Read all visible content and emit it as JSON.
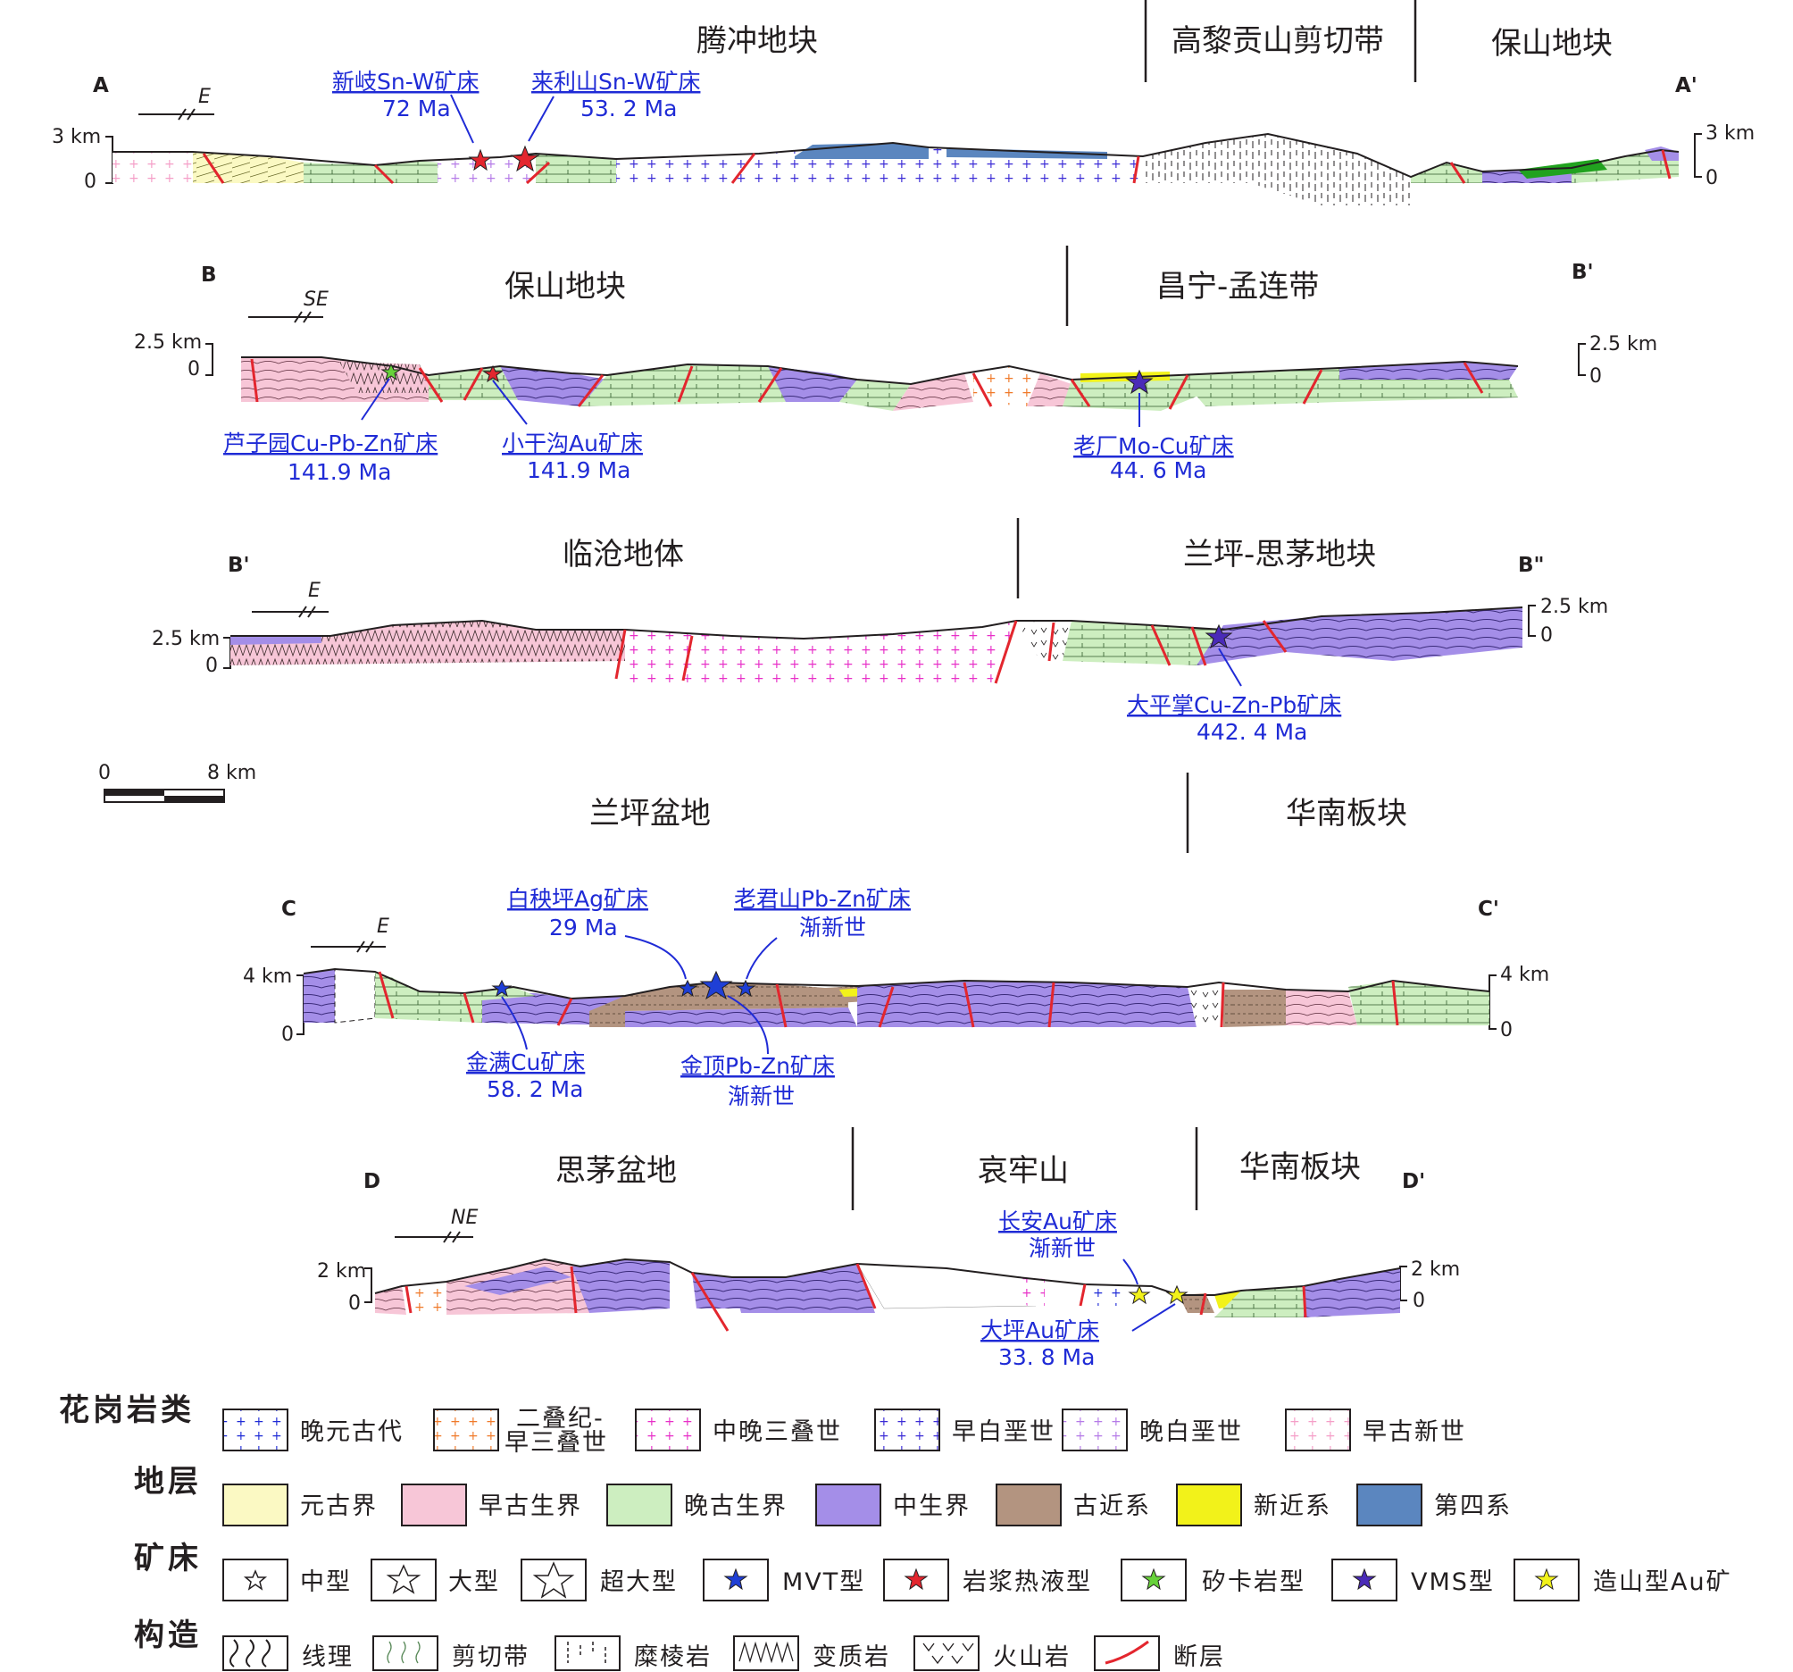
{
  "sections": {
    "A": {
      "start": "A",
      "end": "A'",
      "direction": "E",
      "scale_left_top": "3 km",
      "scale_left_bottom": "0",
      "scale_right_top": "3 km",
      "scale_right_bottom": "0",
      "regions": [
        "腾冲地块",
        "高黎贡山剪切带",
        "保山地块"
      ],
      "deposits": [
        {
          "name": "新岐Sn-W矿床",
          "age": "72 Ma"
        },
        {
          "name": "来利山Sn-W矿床",
          "age": "53. 2 Ma"
        }
      ]
    },
    "B": {
      "start": "B",
      "end": "B'",
      "direction": "SE",
      "scale_left_top": "2.5 km",
      "scale_left_bottom": "0",
      "scale_right_top": "2.5 km",
      "scale_right_bottom": "0",
      "regions": [
        "保山地块",
        "昌宁-孟连带"
      ],
      "deposits": [
        {
          "name": "芦子园Cu-Pb-Zn矿床",
          "age": "141.9 Ma"
        },
        {
          "name": "小干沟Au矿床",
          "age": "141.9 Ma"
        },
        {
          "name": "老厂Mo-Cu矿床",
          "age": "44. 6 Ma"
        }
      ]
    },
    "B2": {
      "start": "B'",
      "end": "B\"",
      "direction": "E",
      "scale_left_top": "2.5 km",
      "scale_left_bottom": "0",
      "scale_right_top": "2.5 km",
      "scale_right_bottom": "0",
      "regions": [
        "临沧地体",
        "兰坪-思茅地块"
      ],
      "deposits": [
        {
          "name": "大平掌Cu-Zn-Pb矿床",
          "age": "442. 4 Ma"
        }
      ]
    },
    "C": {
      "start": "C",
      "end": "C'",
      "direction": "E",
      "scale_left_top": "4 km",
      "scale_left_bottom": "0",
      "scale_right_top": "4 km",
      "scale_right_bottom": "0",
      "regions": [
        "兰坪盆地",
        "华南板块"
      ],
      "deposits": [
        {
          "name": "白秧坪Ag矿床",
          "age": "29 Ma"
        },
        {
          "name": "老君山Pb-Zn矿床",
          "age": "渐新世"
        },
        {
          "name": "金满Cu矿床",
          "age": "58. 2 Ma"
        },
        {
          "name": "金顶Pb-Zn矿床",
          "age": "渐新世"
        }
      ]
    },
    "D": {
      "start": "D",
      "end": "D'",
      "direction": "NE",
      "scale_left_top": "2 km",
      "scale_left_bottom": "0",
      "scale_right_top": "2  km",
      "scale_right_bottom": "0",
      "regions": [
        "思茅盆地",
        "哀牢山",
        "华南板块"
      ],
      "deposits": [
        {
          "name": "长安Au矿床",
          "age": "渐新世"
        },
        {
          "name": "大坪Au矿床",
          "age": "33. 8 Ma"
        }
      ]
    }
  },
  "scale_bar": {
    "start": "0",
    "end": "8 km"
  },
  "legend": {
    "granite": {
      "title": "花岗岩类",
      "items": [
        {
          "label": "晚元古代",
          "color": "#ffffff",
          "plus": "#1f2bd6"
        },
        {
          "label_line1": "二叠纪-",
          "label_line2": "早三叠世",
          "color": "#ffffff",
          "plus": "#f07a2a"
        },
        {
          "label": "中晚三叠世",
          "color": "#ffffff",
          "plus": "#e82fc8"
        },
        {
          "label": "早白垩世",
          "color": "#ffffff",
          "plus": "#3b2bd6"
        },
        {
          "label": "晚白垩世",
          "color": "#ffffff",
          "plus": "#b57be8"
        },
        {
          "label": "早古新世",
          "color": "#ffffff",
          "plus": "#f59fc8"
        }
      ]
    },
    "strata": {
      "title": "地层",
      "items": [
        {
          "label": "元古界",
          "color": "#fbf9c3"
        },
        {
          "label": "早古生界",
          "color": "#f7c6d7"
        },
        {
          "label": "晚古生界",
          "color": "#cdeec0"
        },
        {
          "label": "中生界",
          "color": "#a48ee8"
        },
        {
          "label": "古近系",
          "color": "#b39480"
        },
        {
          "label": "新近系",
          "color": "#f2f21a"
        },
        {
          "label": "第四系",
          "color": "#5b86bf"
        }
      ]
    },
    "deposits": {
      "title": "矿床",
      "items": [
        {
          "label": "中型",
          "fill": "#ffffff",
          "size": "small"
        },
        {
          "label": "大型",
          "fill": "#ffffff",
          "size": "medium"
        },
        {
          "label": "超大型",
          "fill": "#ffffff",
          "size": "large"
        },
        {
          "label": "MVT型",
          "fill": "#1f3fd6",
          "size": "small"
        },
        {
          "label": "岩浆热液型",
          "fill": "#e3262e",
          "size": "small"
        },
        {
          "label": "矽卡岩型",
          "fill": "#67d23a",
          "size": "small"
        },
        {
          "label": "VMS型",
          "fill": "#4a2bb8",
          "size": "small"
        },
        {
          "label": "造山型Au矿",
          "fill": "#f2f21a",
          "size": "small"
        }
      ]
    },
    "structures": {
      "title": "构造",
      "items": [
        {
          "label": "线理",
          "icon": "lineation-icon"
        },
        {
          "label": "剪切带",
          "icon": "shear-zone-icon"
        },
        {
          "label": "糜棱岩",
          "icon": "mylonite-icon"
        },
        {
          "label": "变质岩",
          "icon": "metamorphic-icon"
        },
        {
          "label": "火山岩",
          "icon": "volcanic-icon"
        },
        {
          "label": "断层",
          "icon": "fault-icon"
        }
      ]
    }
  }
}
